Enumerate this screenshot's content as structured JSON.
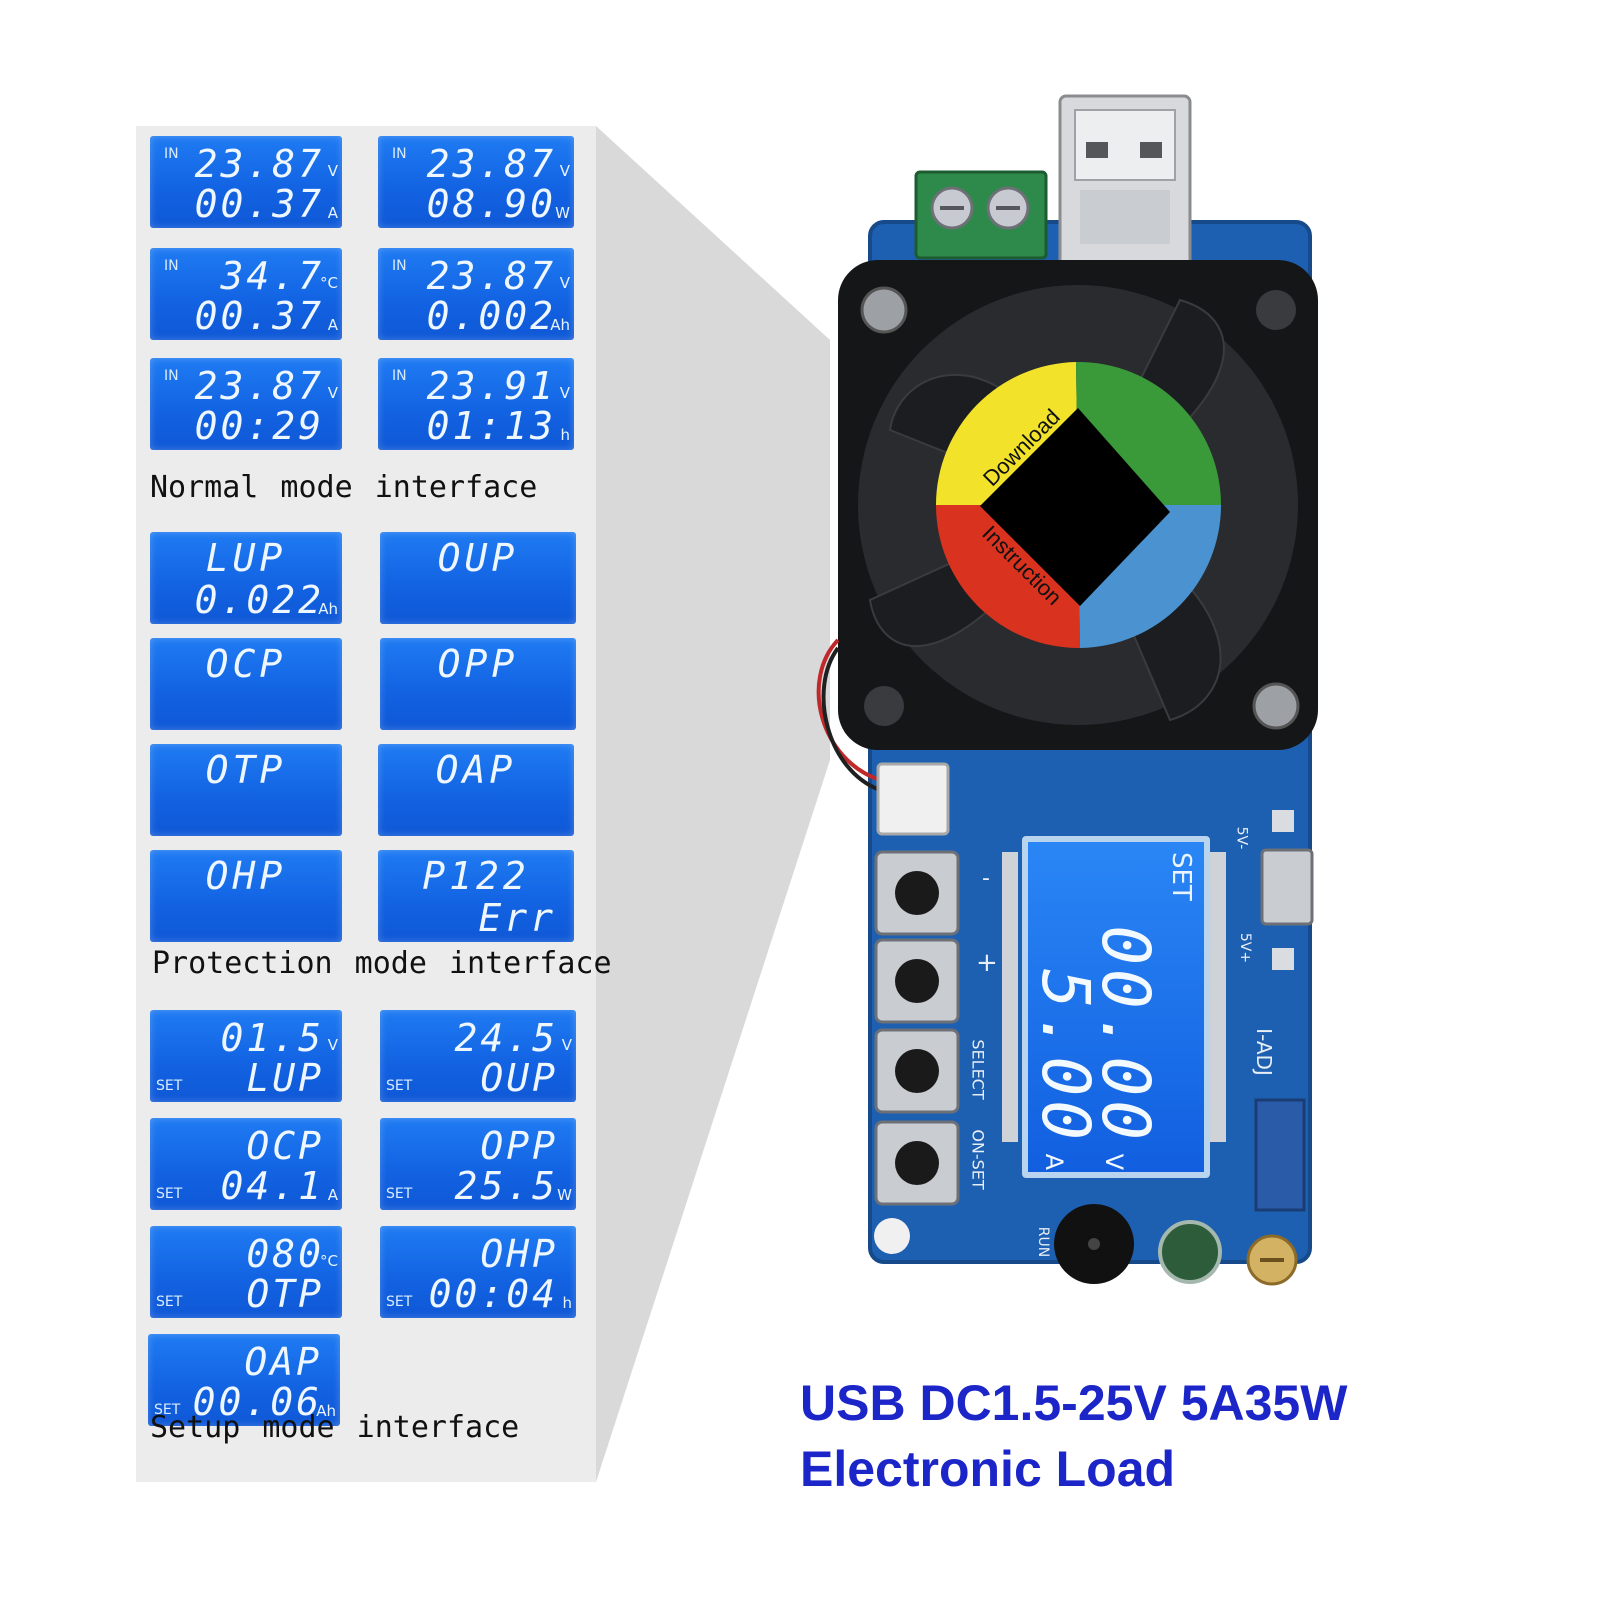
{
  "normal": {
    "label": "Normal mode interface",
    "screens": [
      {
        "tag": "IN",
        "line1": "23.87",
        "unit1": "V",
        "line2": "00.37",
        "unit2": "A"
      },
      {
        "tag": "IN",
        "line1": "23.87",
        "unit1": "V",
        "line2": "08.90",
        "unit2": "W"
      },
      {
        "tag": "IN",
        "line1": "34.7",
        "unit1": "°C",
        "line2": "00.37",
        "unit2": "A"
      },
      {
        "tag": "IN",
        "line1": "23.87",
        "unit1": "V",
        "line2": "0.002",
        "unit2": "Ah"
      },
      {
        "tag": "IN",
        "line1": "23.87",
        "unit1": "V",
        "line2": "00:29",
        "unit2": ""
      },
      {
        "tag": "IN",
        "line1": "23.91",
        "unit1": "V",
        "line2": "01:13",
        "unit2": "h"
      }
    ]
  },
  "protection": {
    "label": "Protection mode interface",
    "screens": [
      {
        "line1": "LUP",
        "line2": "0.022",
        "unit2": "Ah"
      },
      {
        "line1": "OUP",
        "line2": ""
      },
      {
        "line1": "OCP",
        "line2": ""
      },
      {
        "line1": "OPP",
        "line2": ""
      },
      {
        "line1": "OTP",
        "line2": ""
      },
      {
        "line1": "OAP",
        "line2": ""
      },
      {
        "line1": "OHP",
        "line2": ""
      },
      {
        "line1": "P122",
        "line2": "Err"
      }
    ]
  },
  "setup": {
    "label": "Setup mode interface",
    "screens": [
      {
        "tag": "SET",
        "line1": "01.5",
        "unit1": "V",
        "line2": "LUP",
        "unit2": ""
      },
      {
        "tag": "SET",
        "line1": "24.5",
        "unit1": "V",
        "line2": "OUP",
        "unit2": ""
      },
      {
        "tag": "SET",
        "line1": "OCP",
        "unit1": "",
        "line2": "04.1",
        "unit2": "A"
      },
      {
        "tag": "SET",
        "line1": "OPP",
        "unit1": "",
        "line2": "25.5",
        "unit2": "W"
      },
      {
        "tag": "SET",
        "line1": "080",
        "unit1": "°C",
        "line2": "OTP",
        "unit2": ""
      },
      {
        "tag": "SET",
        "line1": "OHP",
        "unit1": "",
        "line2": "00:04",
        "unit2": "h"
      },
      {
        "tag": "SET",
        "line1": "OAP",
        "unit1": "",
        "line2": "00.06",
        "unit2": "Ah"
      }
    ]
  },
  "device": {
    "fan_sticker_top": "Download",
    "fan_sticker_bottom": "Instruction",
    "lcd_tag": "SET",
    "lcd_line1": "00.00",
    "lcd_unit1": "V",
    "lcd_line2": "5.00",
    "lcd_unit2": "A",
    "silk_minus": "-",
    "silk_plus": "+",
    "silk_select": "SELECT",
    "silk_onset": "ON-SET",
    "silk_5vminus": "5V-",
    "silk_5vplus": "5V+",
    "silk_iadj": "I-ADJ",
    "silk_run": "RUN"
  },
  "caption": {
    "line1": "USB DC1.5-25V  5A35W",
    "line2": "Electronic Load"
  },
  "colors": {
    "lcd_blue": "#1262e2",
    "caption_blue": "#1c26c8",
    "pcb_blue": "#1d5fb0",
    "sticker_yellow": "#f2e32a",
    "sticker_green": "#3a9a3a",
    "sticker_red": "#d9331f",
    "sticker_blue": "#4b93d0"
  }
}
